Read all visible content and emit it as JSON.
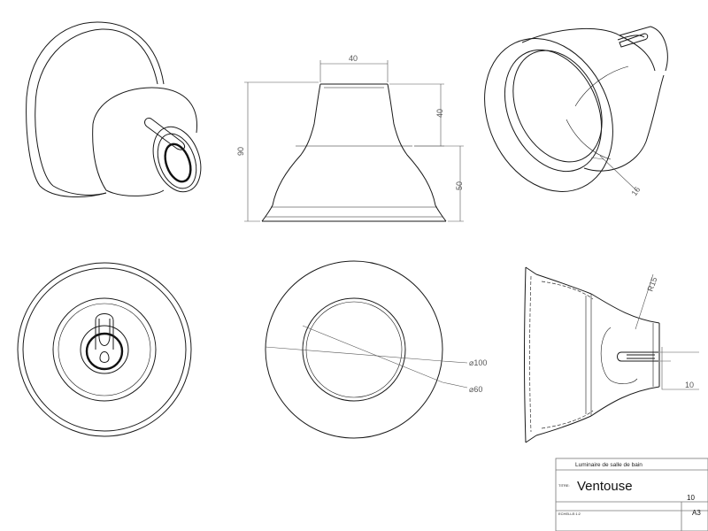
{
  "dimensions": {
    "top_width": "40",
    "upper_height": "40",
    "total_height": "90",
    "lower_height": "50",
    "wall": "16",
    "outer_dia": "⌀100",
    "inner_dia": "⌀60",
    "fillet": "R15",
    "slot": "10"
  },
  "title_block": {
    "project": "Luminaire de salle de bain",
    "title_label": "TITRE:",
    "title": "Ventouse",
    "scale_label": "ECHELLE:1:2",
    "sheet_number": "10",
    "format": "A3"
  }
}
